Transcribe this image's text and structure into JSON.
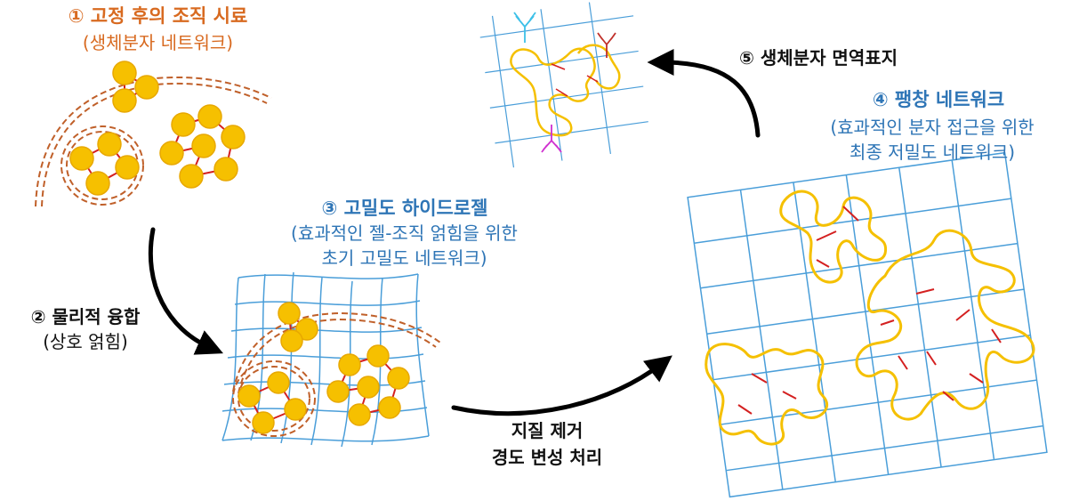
{
  "labels": {
    "step1_title": "① 고정 후의 조직 시료",
    "step1_sub": "(생체분자 네트워크)",
    "step2_title": "② 물리적 융합",
    "step2_sub": "(상호 얽힘)",
    "step3_title": "③ 고밀도 하이드로젤",
    "step3_sub1": "(효과적인 젤-조직 얽힘을 위한",
    "step3_sub2": "초기 고밀도 네트워크)",
    "step4_title": "④ 팽창 네트워크",
    "step4_sub1": "(효과적인 분자 접근을 위한",
    "step4_sub2": "최종 저밀도 네트워크)",
    "step5_title": "⑤ 생체분자 면역표지",
    "process_line1": "지질 제거",
    "process_line2": "경도 변성 처리"
  },
  "colors": {
    "orange_text": "#D86A20",
    "blue_text": "#2E75B6",
    "molecule": "#F6C000",
    "molecule_edge": "#E8A800",
    "link": "#D42020",
    "membrane": "#C0602A",
    "grid": "#4A9ED9",
    "antibody_cyan": "#3CC0E8",
    "antibody_red": "#C0302A",
    "antibody_magenta": "#D030D0"
  }
}
